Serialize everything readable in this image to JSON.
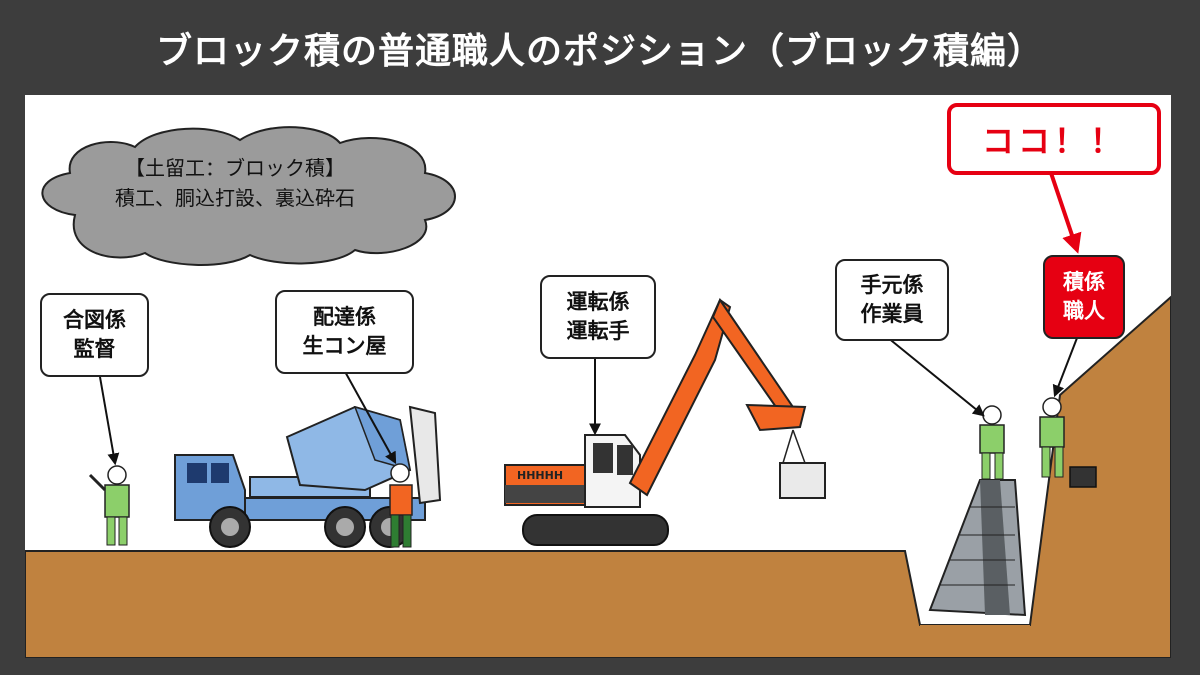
{
  "title": "ブロック積の普通職人のポジション（ブロック積編）",
  "cloud": {
    "line1": "【土留工：ブロック積】",
    "line2": "積工、胴込打設、裏込砕石"
  },
  "callout": "ココ！！",
  "roles": [
    {
      "line1": "合図係",
      "line2": "監督"
    },
    {
      "line1": "配達係",
      "line2": "生コン屋"
    },
    {
      "line1": "運転係",
      "line2": "運転手"
    },
    {
      "line1": "手元係",
      "line2": "作業員"
    },
    {
      "line1": "積係",
      "line2": "職人"
    }
  ],
  "excavator_mark": "HHHHH",
  "colors": {
    "background": "#3d3d3d",
    "ground": "#c0823f",
    "highlight": "#e60012",
    "excavator": "#f26522",
    "truck_blue": "#6f9fd8",
    "worker_green": "#8ccf6a"
  }
}
